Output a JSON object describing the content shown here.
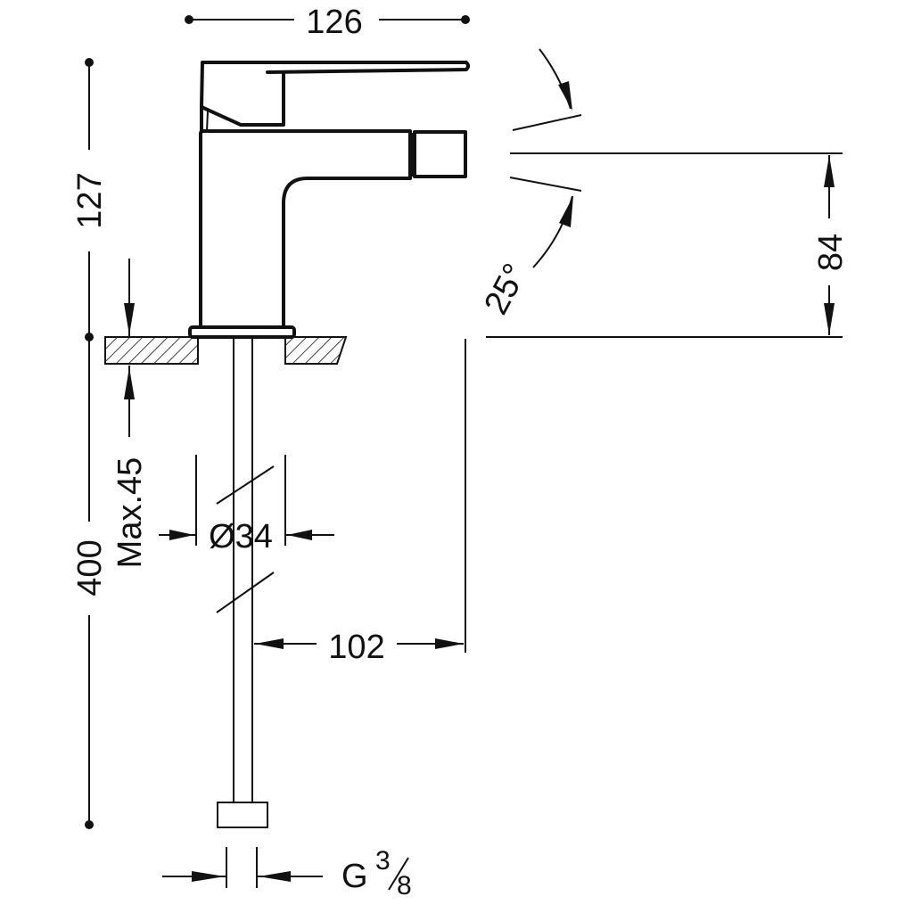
{
  "title": "Bidet mixer dimension drawing",
  "dimensions": {
    "width_top": "126",
    "height_body": "127",
    "max_counter": "Max.45",
    "pipe_length": "400",
    "diameter": "Ø34",
    "reach": "102",
    "spout_height": "84",
    "angle": "25°",
    "thread_prefix": "G",
    "thread_num": "3",
    "thread_den": "8"
  },
  "colors": {
    "line": "#111111",
    "background": "#ffffff"
  }
}
